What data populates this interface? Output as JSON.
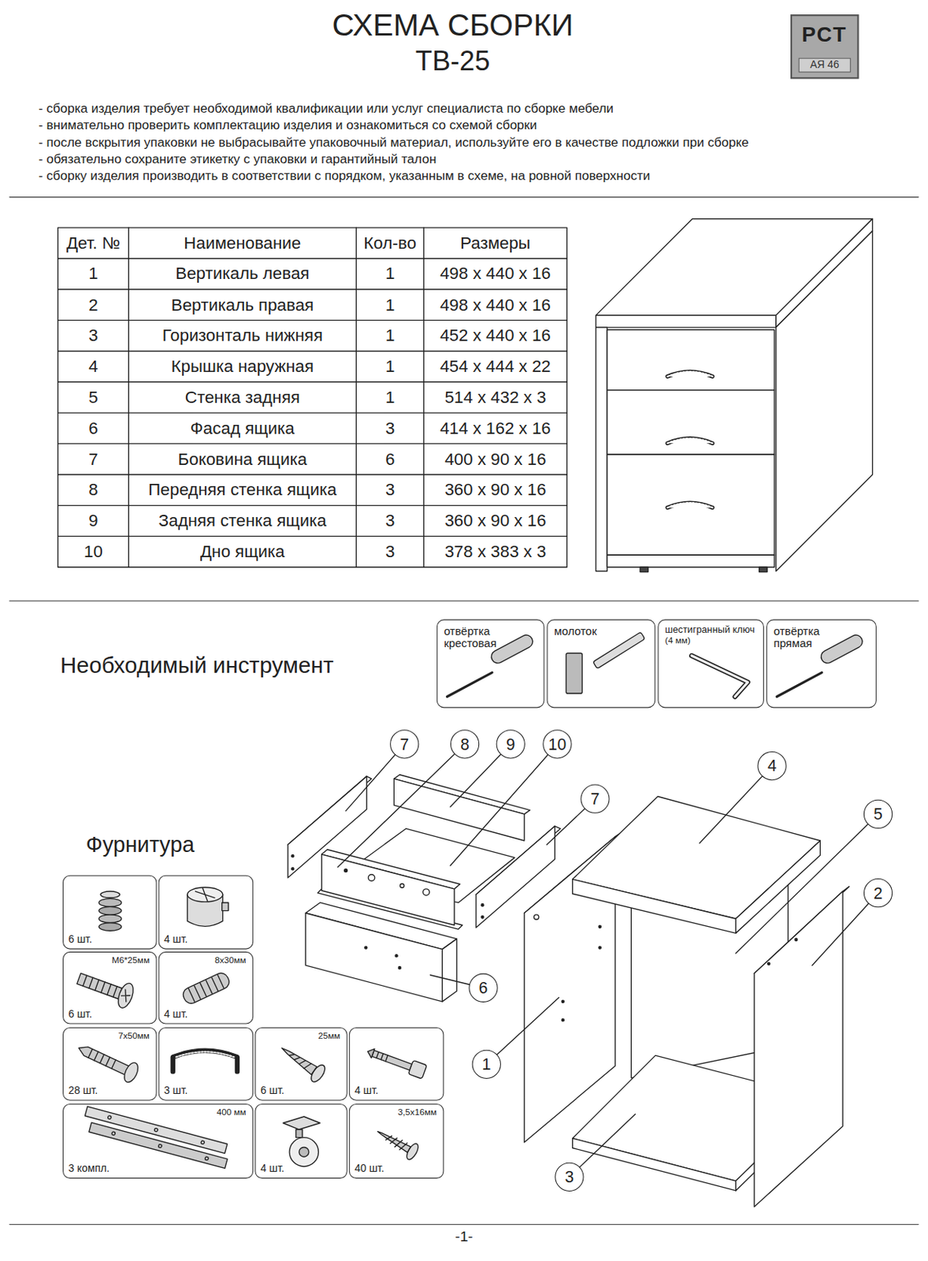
{
  "diagram": {
    "title": "СХЕМА СБОРКИ",
    "nodes": [
      {
        "text": [
          "РСТ",
          "АЯ 46"
        ]
      },
      {
        "text": [
          "отвёртка крестовая"
        ]
      },
      {
        "text": [
          "молоток"
        ]
      },
      {
        "text": [
          "шестигранный ключ",
          "(4 мм)"
        ]
      },
      {
        "text": [
          "отвёртка прямая"
        ]
      },
      {
        "text": [
          "6 шт."
        ]
      },
      {
        "text": [
          "4 шт."
        ]
      },
      {
        "text": [
          "M6*25мм",
          "6 шт."
        ]
      },
      {
        "text": [
          "8x30мм",
          "4 шт."
        ]
      },
      {
        "text": [
          "7x50мм",
          "28 шт."
        ]
      },
      {
        "text": [
          "3 шт."
        ]
      },
      {
        "text": [
          "25мм",
          "6 шт."
        ]
      },
      {
        "text": [
          "4 шт."
        ]
      },
      {
        "text": [
          "400 мм",
          "3 компл."
        ]
      },
      {
        "text": [
          "4 шт."
        ]
      },
      {
        "text": [
          "3,5x16мм",
          "40 шт."
        ]
      },
      {
        "text": [
          "7"
        ]
      },
      {
        "text": [
          "8"
        ]
      },
      {
        "text": [
          "9"
        ]
      },
      {
        "text": [
          "10"
        ]
      },
      {
        "text": [
          "7"
        ]
      },
      {
        "text": [
          "4"
        ]
      },
      {
        "text": [
          "5"
        ]
      },
      {
        "text": [
          "2"
        ]
      },
      {
        "text": [
          "6"
        ]
      },
      {
        "text": [
          "1"
        ]
      },
      {
        "text": [
          "3"
        ]
      }
    ],
    "labels": [
      "ТВ-25",
      "- сборка изделия требует необходимой квалификации или услуг специалиста по сборке мебели",
      "- внимательно проверить комплектацию изделия и ознакомиться со схемой сборки",
      "- после вскрытия упаковки не выбрасывайте упаковочный материал, используйте его в качестве подложки при сборке",
      "- обязательно сохраните этикетку с упаковки и гарантийный талон",
      "- сборку изделия производить в соответствии с порядком, указанным в схеме, на ровной поверхности",
      "Дет. №",
      "Наименование",
      "Кол-во",
      "Размеры",
      "1",
      "Вертикаль левая",
      "1",
      "498 x 440 x 16",
      "2",
      "Вертикаль правая",
      "1",
      "498 x 440 x 16",
      "3",
      "Горизонталь нижняя",
      "1",
      "452 x 440 x 16",
      "4",
      "Крышка наружная",
      "1",
      "454 x 444 x 22",
      "5",
      "Стенка задняя",
      "1",
      "514 x 432 x 3",
      "6",
      "Фасад ящика",
      "3",
      "414 x 162 x 16",
      "7",
      "Боковина ящика",
      "6",
      "400 x 90 x 16",
      "8",
      "Передняя стенка ящика",
      "3",
      "360 x 90 x 16",
      "9",
      "Задняя стенка ящика",
      "3",
      "360 x 90 x 16",
      "10",
      "Дно ящика",
      "3",
      "378 x 383 x 3",
      "Необходимый инструмент",
      "Фурнитура",
      "-1-"
    ]
  }
}
